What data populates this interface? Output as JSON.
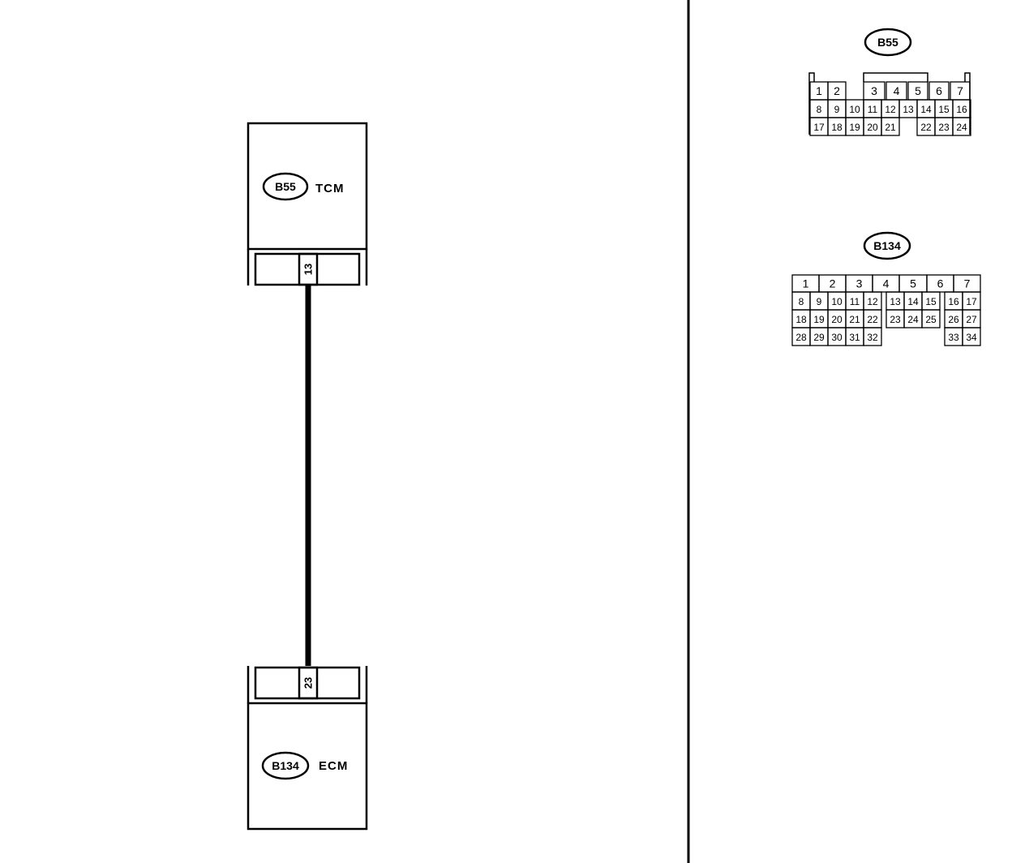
{
  "wiring": {
    "tcm": {
      "connector": "B55",
      "name": "TCM",
      "pin": "13"
    },
    "ecm": {
      "connector": "B134",
      "name": "ECM",
      "pin": "23"
    }
  },
  "connector_views": [
    {
      "id": "B55",
      "label": "B55",
      "rows": [
        [
          "1",
          "2",
          "",
          "3",
          "4",
          "5",
          "6",
          "7"
        ],
        [
          "8",
          "9",
          "10",
          "11",
          "12",
          "13",
          "14",
          "15",
          "16"
        ],
        [
          "17",
          "18",
          "19",
          "20",
          "21",
          "",
          "22",
          "23",
          "24"
        ]
      ]
    },
    {
      "id": "B134",
      "label": "B134",
      "rows": [
        [
          "1",
          "2",
          "3",
          "4",
          "5",
          "6",
          "7"
        ],
        [
          "8",
          "9",
          "10",
          "11",
          "12",
          "13",
          "14",
          "15",
          "16",
          "17"
        ],
        [
          "18",
          "19",
          "20",
          "21",
          "22",
          "23",
          "24",
          "25",
          "26",
          "27"
        ],
        [
          "28",
          "29",
          "30",
          "31",
          "32",
          "",
          "",
          "",
          "33",
          "34"
        ]
      ]
    }
  ]
}
